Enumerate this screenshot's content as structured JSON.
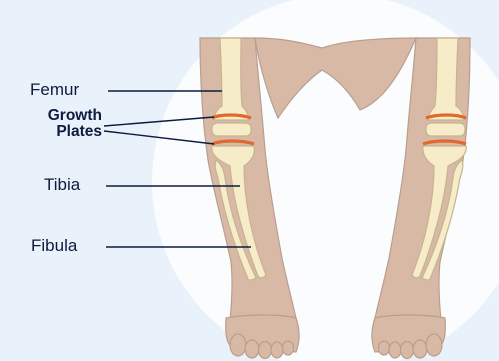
{
  "labels": {
    "femur": "Femur",
    "growth_plates_line1": "Growth",
    "growth_plates_line2": "Plates",
    "tibia": "Tibia",
    "fibula": "Fibula"
  },
  "colors": {
    "background": "#e9f1fa",
    "circle": "#fbfcfe",
    "skin": "#d8b9a6",
    "skin_outline": "#b99e8e",
    "bone": "#f7ecc8",
    "bone_outline": "#c6b38f",
    "growth_plate": "#e0692f",
    "text": "#0d1b3e"
  }
}
